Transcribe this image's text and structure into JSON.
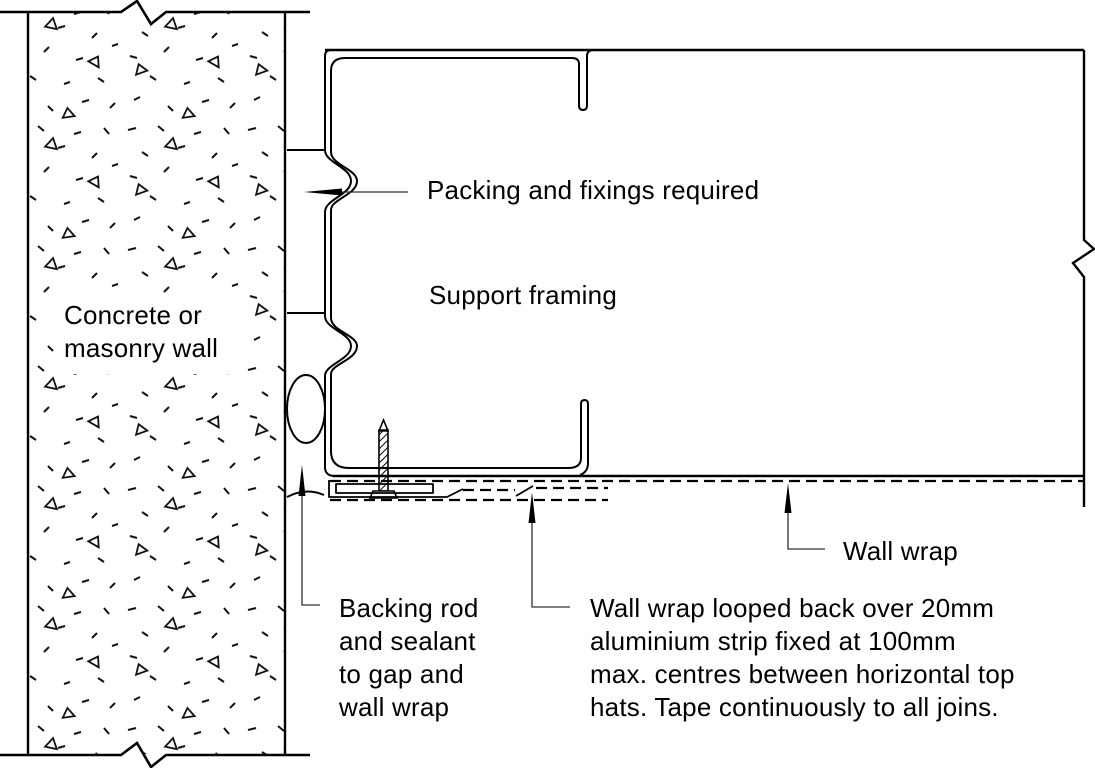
{
  "drawing": {
    "type": "construction-detail",
    "labels": {
      "packing_and_fixings": "Packing and fixings required",
      "support_framing": "Support framing",
      "concrete_wall": "Concrete or\nmasonry wall",
      "wall_wrap": "Wall wrap",
      "backing_rod_sealant": "Backing rod\nand sealant\nto gap and\nwall wrap",
      "wall_wrap_looped": "Wall wrap looped back over 20mm\naluminium strip fixed at 100mm\nmax. centres between horizontal top\nhats. Tape continuously to all joins."
    },
    "colors": {
      "ink": "#000000",
      "leader": "#303030",
      "paper": "#ffffff"
    }
  }
}
